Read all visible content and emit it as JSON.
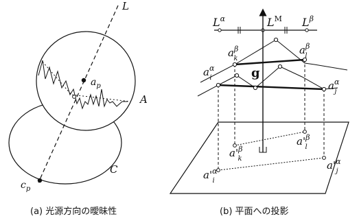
{
  "panel_a": {
    "labels": {
      "L": "L",
      "A": "A",
      "C": "C",
      "a_p": "a",
      "a_p_sub": "p",
      "c_p": "c",
      "c_p_sub": "p"
    },
    "caption": "(a) 光源方向の曖昧性"
  },
  "panel_b": {
    "labels": {
      "L_alpha": "L",
      "L_alpha_sup": "α",
      "L_M": "L",
      "L_M_sup": "M",
      "L_beta": "L",
      "L_beta_sup": "β",
      "g": "g",
      "a_k_beta": "a",
      "a_k_beta_sup": "β",
      "a_k_beta_sub": "k",
      "a_l_beta": "a",
      "a_l_beta_sup": "β",
      "a_l_beta_sub": "l",
      "a_i_alpha": "a",
      "a_i_alpha_sup": "α",
      "a_i_alpha_sub": "i",
      "a_j_alpha": "a",
      "a_j_alpha_sup": "α",
      "a_j_alpha_sub": "j",
      "p_k_beta": "a'",
      "p_k_beta_sup": "β",
      "p_k_beta_sub": "k",
      "p_l_beta": "a'",
      "p_l_beta_sup": "β",
      "p_l_beta_sub": "l",
      "p_i_alpha": "a'",
      "p_i_alpha_sup": "α",
      "p_i_alpha_sub": "i",
      "p_j_alpha": "a'",
      "p_j_alpha_sup": "α",
      "p_j_alpha_sub": "j"
    },
    "caption": "(b) 平面への投影"
  }
}
